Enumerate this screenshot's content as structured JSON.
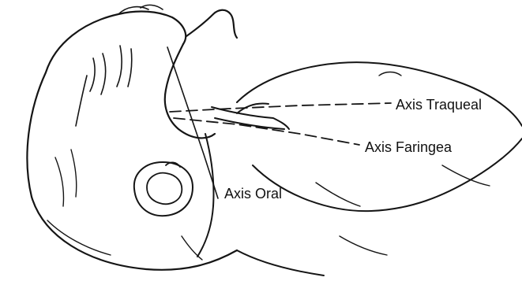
{
  "labels": {
    "axis_traqueal": "Axis Traqueal",
    "axis_faringea": "Axis Faringea",
    "axis_oral": "Axis Oral"
  },
  "colors": {
    "ink": "#151515",
    "background": "#ffffff"
  }
}
